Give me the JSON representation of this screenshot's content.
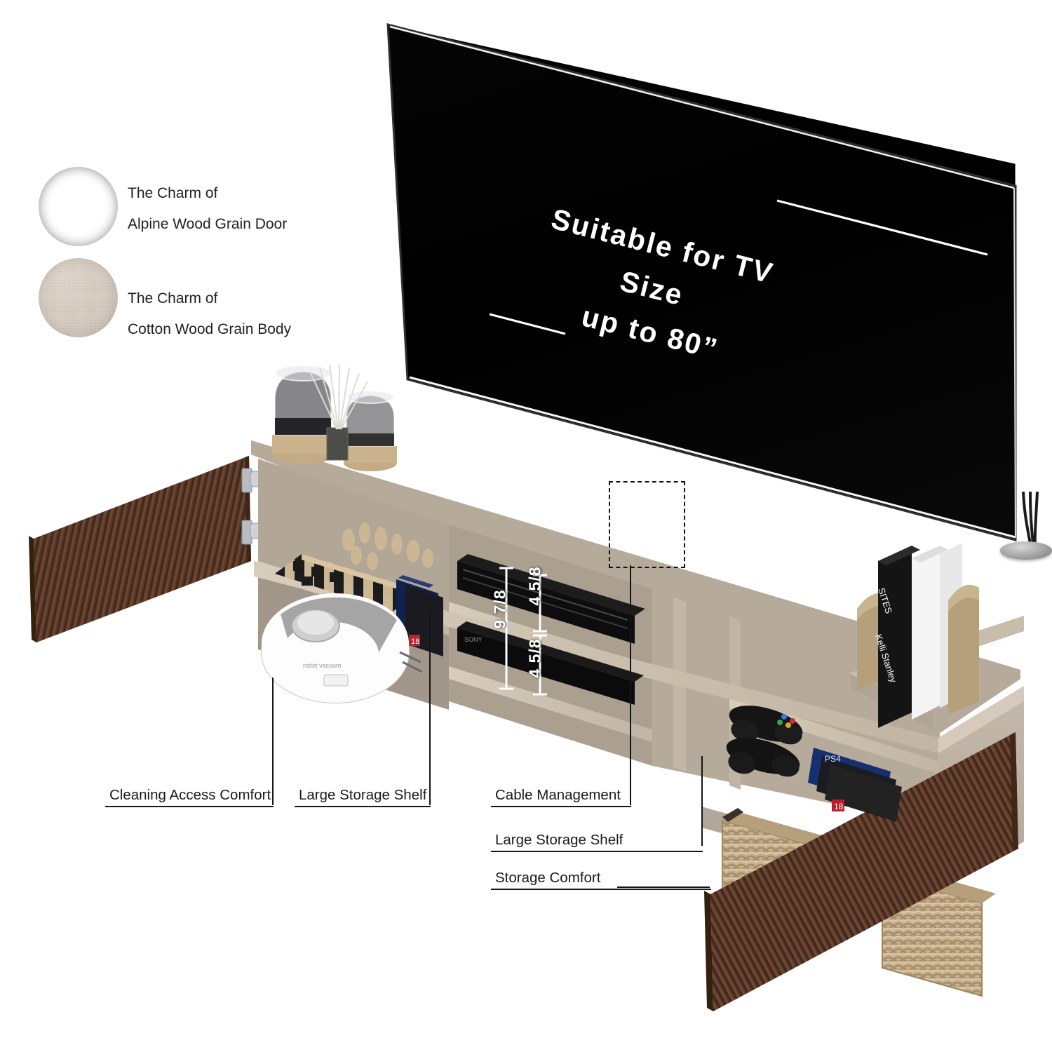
{
  "legend": {
    "items": [
      {
        "swatch": "alpine-wood-grain-swatch",
        "color": "#573627",
        "line1": "The Charm of",
        "line2": "Alpine Wood Grain Door"
      },
      {
        "swatch": "cotton-wood-grain-swatch",
        "color": "#d6ccc0",
        "line1": "The Charm of",
        "line2": "Cotton Wood Grain Body"
      }
    ]
  },
  "tv": {
    "headline_line1": "Suitable for TV Size",
    "headline_line2": "up to 80”",
    "screen_color": "#000000",
    "text_color": "#ffffff"
  },
  "dimensions": {
    "total_height": "9 7/8",
    "upper_shelf_height": "4 5/8",
    "lower_shelf_height": "4 5/8",
    "line_color": "#ffffff"
  },
  "callouts": [
    {
      "label": "Cleaning Access Comfort"
    },
    {
      "label": "Large Storage Shelf"
    },
    {
      "label": "Cable Management"
    },
    {
      "label": "Large Storage Shelf"
    },
    {
      "label": "Storage Comfort"
    }
  ],
  "palette": {
    "body": "#b9ada0",
    "body_light": "#c9bfb2",
    "body_edge": "#cdc2b2",
    "door": "#573627",
    "door_dark": "#432a1d",
    "basket": "#c9b392",
    "line": "#161616",
    "background": "#ffffff"
  },
  "props": {
    "vase_large": "smoked-glass-jar",
    "vase_small": "smoked-glass-jar-small",
    "diffuser": "reed-diffuser",
    "chess": "chess-set",
    "robot": "robot-vacuum",
    "console": "game-console",
    "player": "blu-ray-player",
    "controllers": "game-controllers",
    "games": "game-cases",
    "books": "books-with-bookends",
    "baskets": "woven-baskets"
  }
}
